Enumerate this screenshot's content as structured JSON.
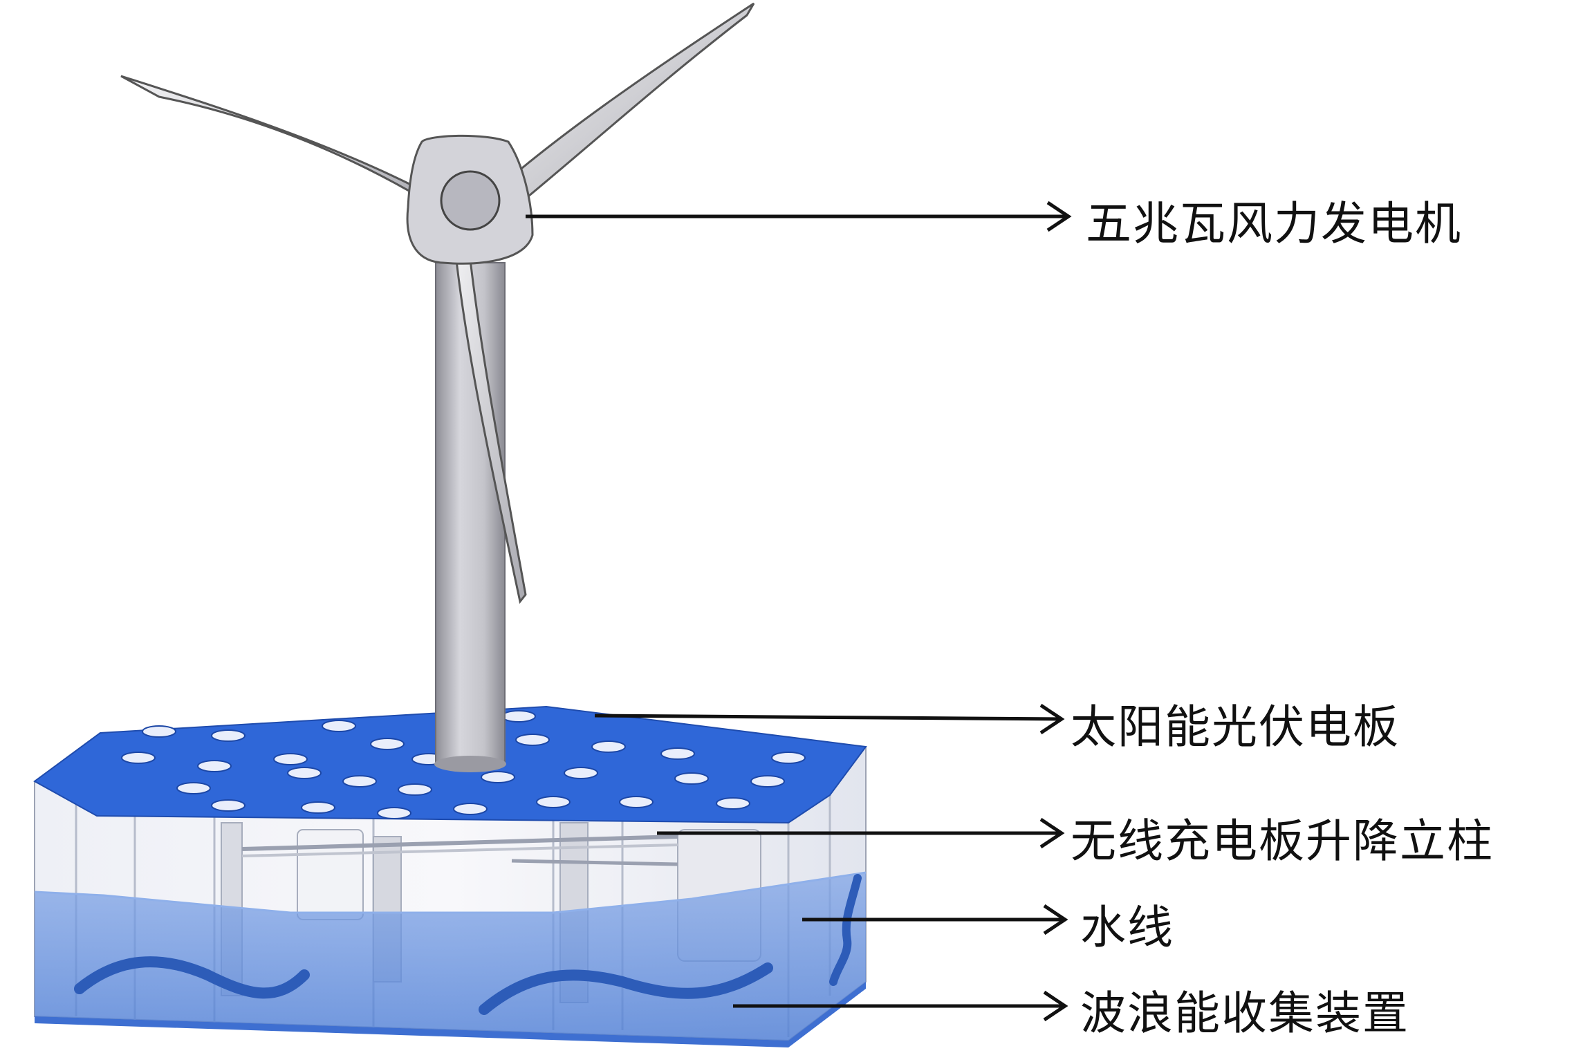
{
  "labels": {
    "wind_generator": "五兆瓦风力发电机",
    "solar_panel": "太阳能光伏电板",
    "charging_column": "无线充电板升降立柱",
    "waterline": "水线",
    "wave_device": "波浪能收集装置"
  },
  "colors": {
    "solar_blue": "#2f67d8",
    "water_blue": "#5f8fdc",
    "tower_grey": "#b9b9bf",
    "glass": "#e8eaf2"
  },
  "icons": [
    "wind-turbine",
    "solar-deck",
    "wave-collector"
  ]
}
